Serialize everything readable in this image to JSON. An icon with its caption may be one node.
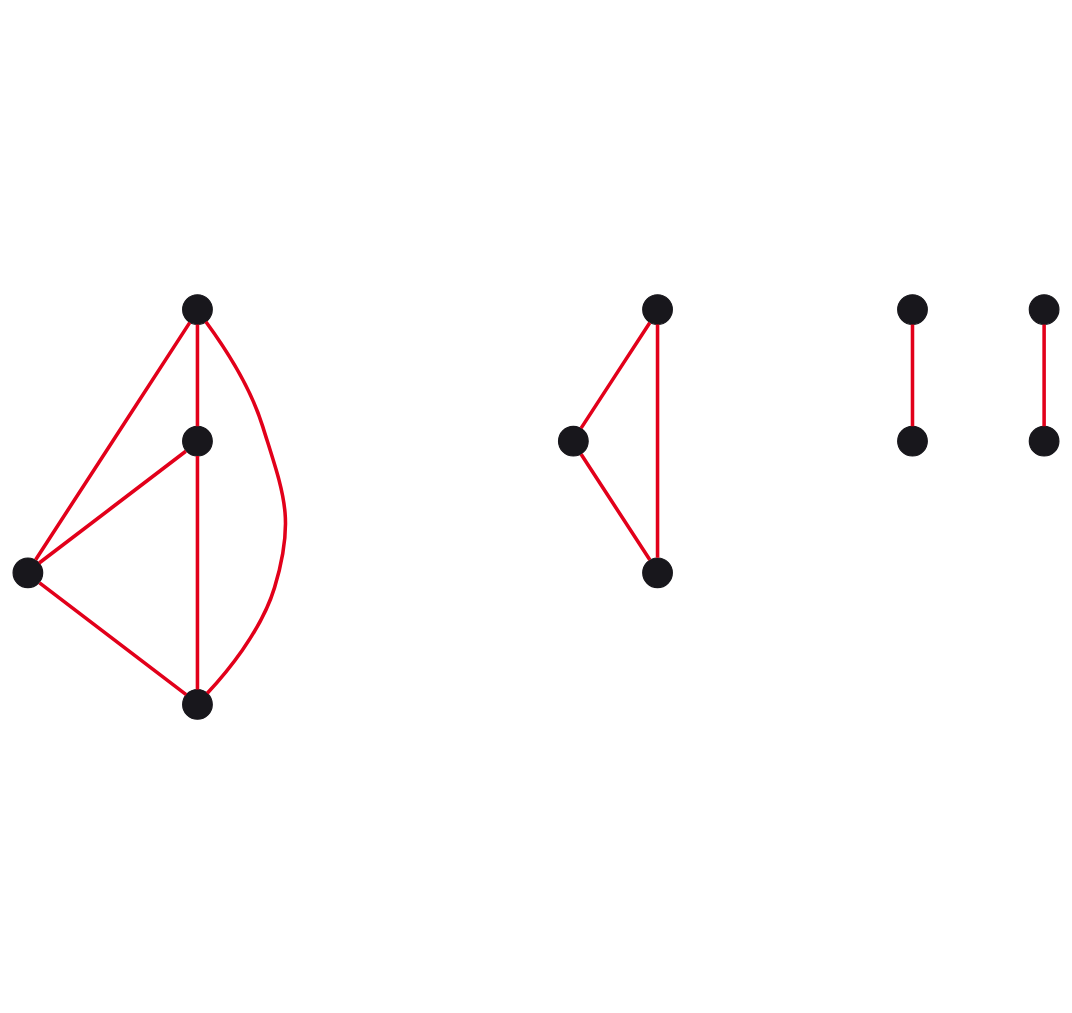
{
  "diagram": {
    "nodes": [
      {
        "text": [],
        "shape": "circle"
      },
      {
        "text": [],
        "shape": "circle"
      },
      {
        "text": [],
        "shape": "circle"
      },
      {
        "text": [],
        "shape": "circle"
      },
      {
        "text": [],
        "shape": "circle"
      },
      {
        "text": [],
        "shape": "circle"
      },
      {
        "text": [],
        "shape": "circle"
      },
      {
        "text": [],
        "shape": "circle"
      },
      {
        "text": [],
        "shape": "circle"
      },
      {
        "text": [],
        "shape": "circle"
      },
      {
        "text": [],
        "shape": "circle"
      }
    ],
    "edges": [
      {
        "from": 0,
        "to": 1,
        "arrow": "none"
      },
      {
        "from": 0,
        "to": 2,
        "arrow": "none"
      },
      {
        "from": 0,
        "to": 3,
        "arrow": "none"
      },
      {
        "from": 1,
        "to": 2,
        "arrow": "none"
      },
      {
        "from": 1,
        "to": 3,
        "arrow": "none"
      },
      {
        "from": 2,
        "to": 3,
        "arrow": "none"
      },
      {
        "from": 4,
        "to": 5,
        "arrow": "none"
      },
      {
        "from": 4,
        "to": 6,
        "arrow": "none"
      },
      {
        "from": 5,
        "to": 6,
        "arrow": "none"
      },
      {
        "from": 7,
        "to": 8,
        "arrow": "none"
      },
      {
        "from": 9,
        "to": 10,
        "arrow": "none"
      }
    ]
  }
}
